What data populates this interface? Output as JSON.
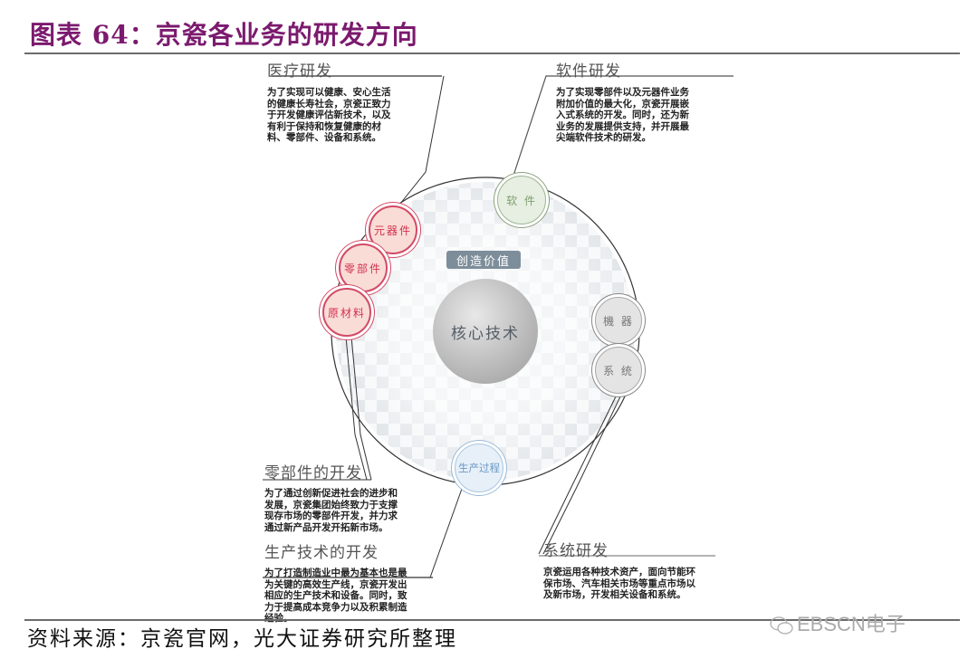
{
  "figure": {
    "title": "图表 64：京瓷各业务的研发方向",
    "source": "资料来源：京瓷官网，光大证券研究所整理",
    "watermark": "EBSCN电子",
    "watermark_icon": "wechat-icon"
  },
  "diagram": {
    "center": {
      "label": "核心技术",
      "tag": "创造价值"
    },
    "nodes": [
      {
        "id": "yuanqijian",
        "label": "元器件",
        "group": "red"
      },
      {
        "id": "lingbujian",
        "label": "零部件",
        "group": "red"
      },
      {
        "id": "yuancailiao",
        "label": "原材料",
        "group": "red"
      },
      {
        "id": "ruanjian",
        "label": "软 件",
        "group": "green"
      },
      {
        "id": "jiqi",
        "label": "機 器",
        "group": "gray"
      },
      {
        "id": "xitong",
        "label": "系 统",
        "group": "gray"
      },
      {
        "id": "shengchanguocheng",
        "label": "生产过程",
        "group": "blue"
      }
    ],
    "colors": {
      "red": "#d24a66",
      "green": "#8aa07c",
      "gray": "#888888",
      "blue": "#9bbad6",
      "title": "#7b1a6e"
    }
  },
  "blocks": {
    "medical": {
      "heading": "医疗研发",
      "lines": [
        "为了实现可以健康、安心生活",
        "的健康长寿社会，京瓷正致力",
        "于开发健康评估新技术，以及",
        "有利于保持和恢复健康的材",
        "料、零部件、设备和系统。"
      ]
    },
    "software": {
      "heading": "软件研发",
      "lines": [
        "为了实现零部件以及元器件业务",
        "附加价值的最大化，京瓷开展嵌",
        "入式系统的开发。同时，还为新",
        "业务的发展提供支持，并开展最",
        "尖端软件技术的研发。"
      ]
    },
    "components": {
      "heading": "零部件的开发",
      "lines": [
        "为了通过创新促进社会的进步和",
        "发展，京瓷集团始终致力于支撑",
        "现存市场的零部件开发，并力求",
        "通过新产品开发开拓新市场。"
      ]
    },
    "production": {
      "heading": "生产技术的开发",
      "lines": [
        "为了打造制造业中最为基本也是最",
        "为关键的高效生产线，京瓷开发出",
        "相应的生产技术和设备。同时，致",
        "力于提高成本竞争力以及积累制造",
        "经验。"
      ]
    },
    "systems": {
      "heading": "系统研发",
      "lines": [
        "京瓷运用各种技术资产，面向节能环",
        "保市场、汽车相关市场等重点市场以",
        "及新市场，开发相关设备和系统。"
      ]
    }
  }
}
